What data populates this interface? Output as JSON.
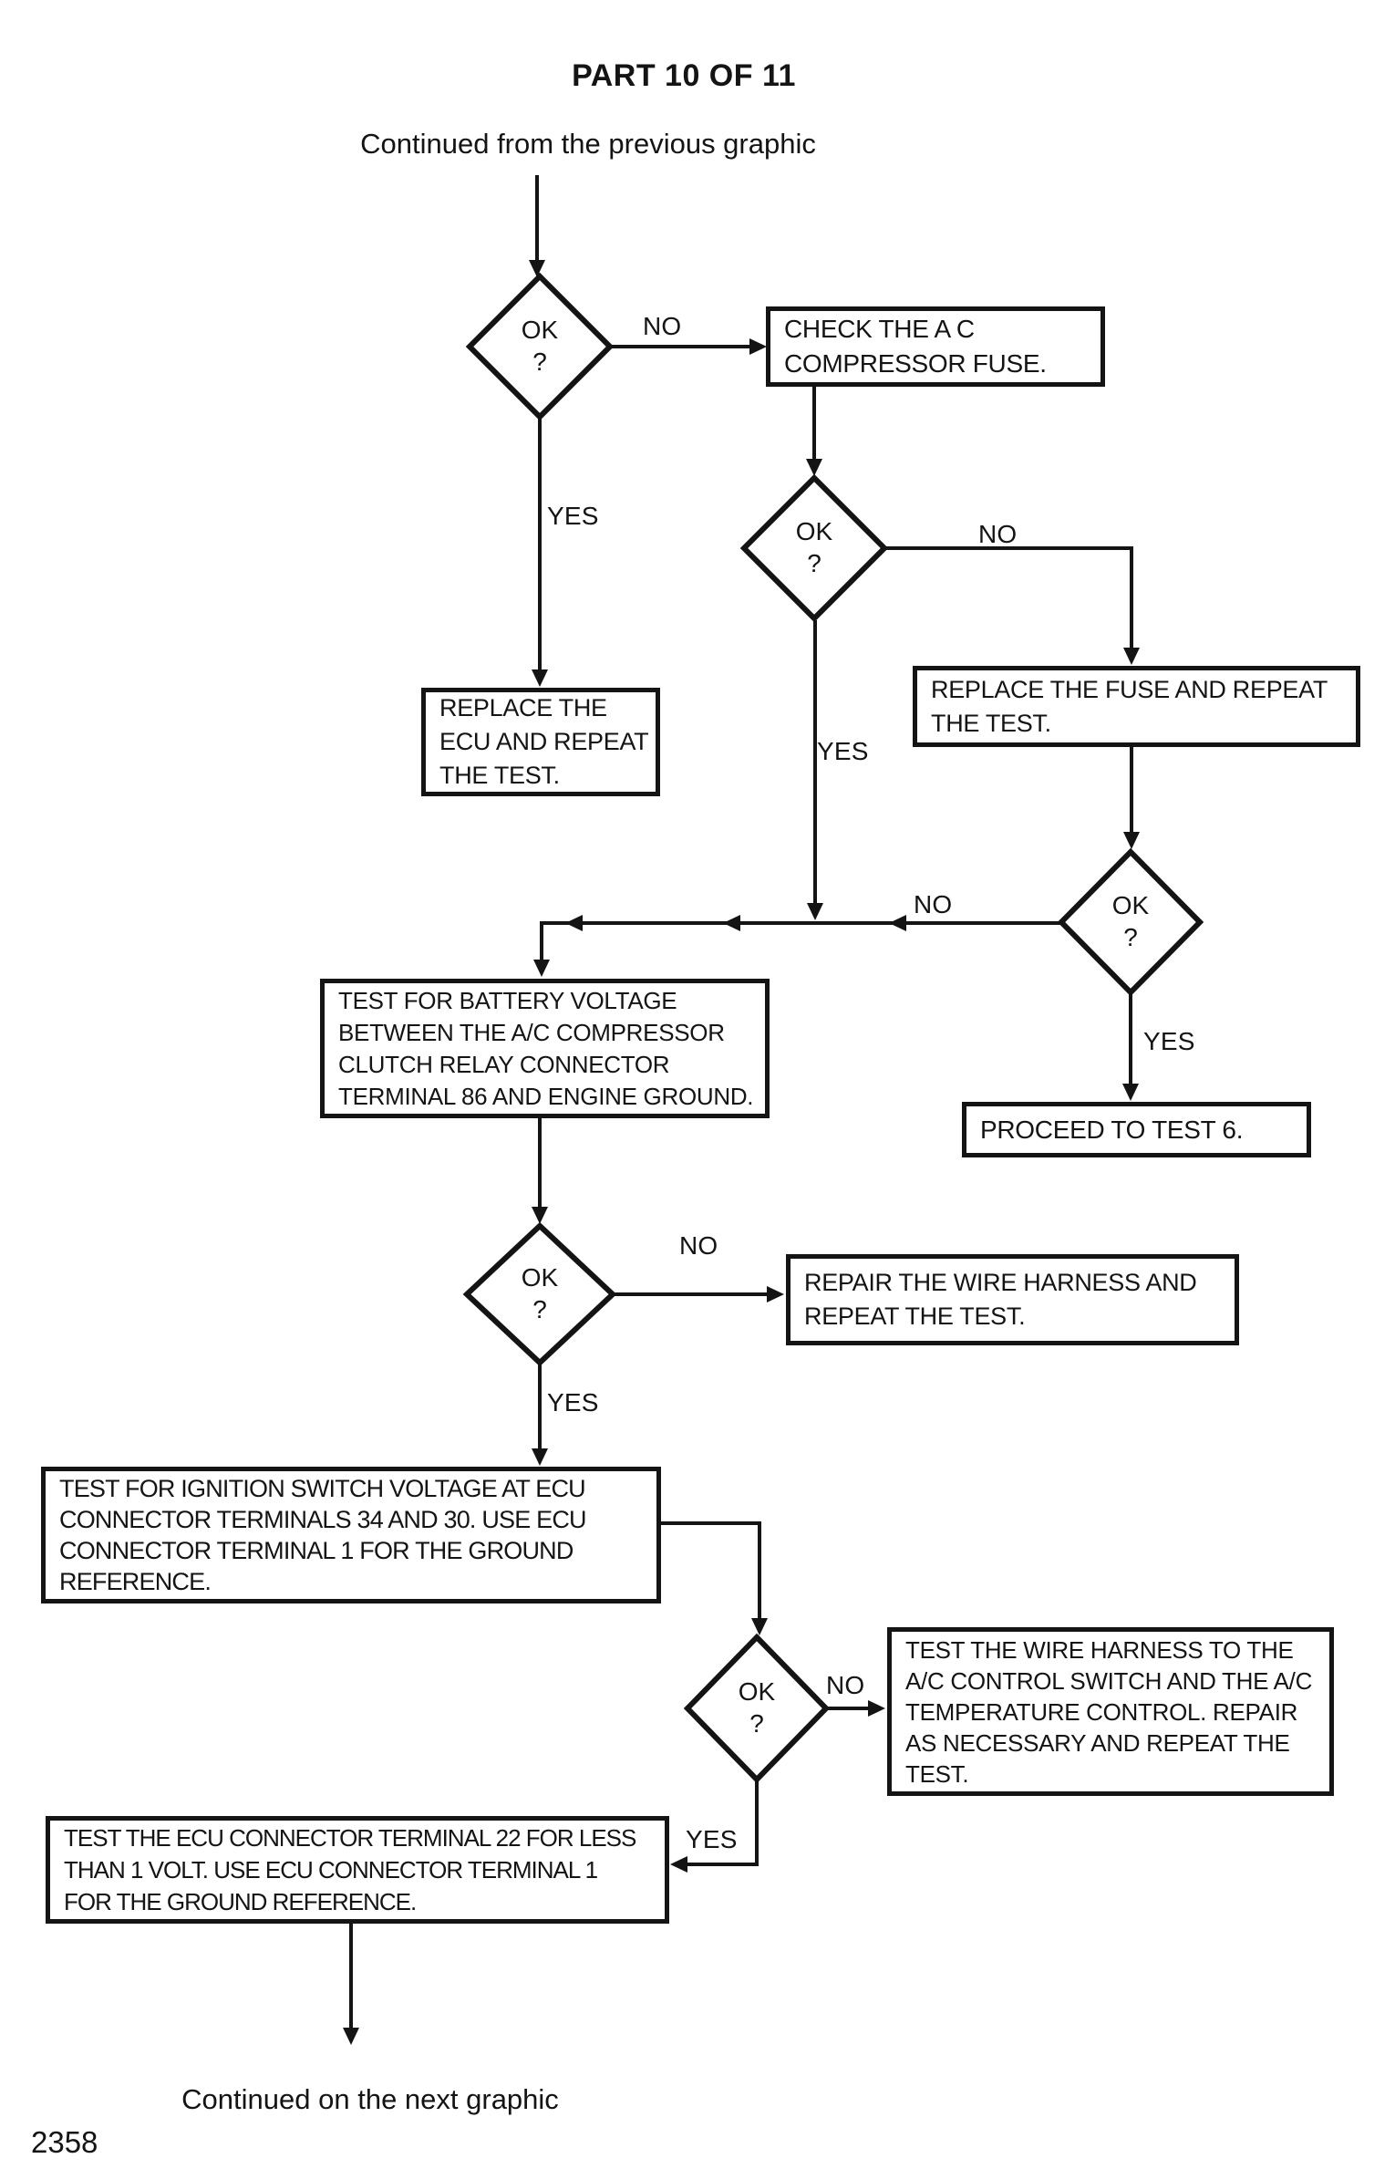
{
  "page": {
    "title": "PART 10 OF 11",
    "subtitle": "Continued from the previous graphic",
    "footer_note": "Continued on the next graphic",
    "page_number": "2358"
  },
  "colors": {
    "ink": "#141414",
    "background": "#ffffff"
  },
  "flowchart": {
    "decisions": [
      {
        "id": "ok-1",
        "text": "OK",
        "mark": "?",
        "no_label": "NO",
        "yes_label": "YES"
      },
      {
        "id": "ok-2",
        "text": "OK",
        "mark": "?",
        "no_label": "NO",
        "yes_label": "YES"
      },
      {
        "id": "ok-3",
        "text": "OK",
        "mark": "?",
        "no_label": "NO",
        "yes_label": "YES"
      },
      {
        "id": "ok-4",
        "text": "OK",
        "mark": "?",
        "no_label": "NO",
        "yes_label": "YES"
      },
      {
        "id": "ok-5",
        "text": "OK",
        "mark": "?",
        "no_label": "NO",
        "yes_label": "YES"
      }
    ],
    "boxes": [
      {
        "id": "check-compressor-fuse",
        "lines": [
          "CHECK THE A C",
          "COMPRESSOR FUSE."
        ]
      },
      {
        "id": "replace-ecu",
        "lines": [
          "REPLACE THE",
          "ECU AND REPEAT",
          "THE TEST."
        ]
      },
      {
        "id": "replace-fuse",
        "lines": [
          "REPLACE THE FUSE AND REPEAT",
          "THE TEST."
        ]
      },
      {
        "id": "test-battery-voltage",
        "lines": [
          "TEST FOR BATTERY VOLTAGE",
          "BETWEEN THE A/C COMPRESSOR",
          "CLUTCH RELAY CONNECTOR",
          "TERMINAL 86 AND ENGINE GROUND."
        ]
      },
      {
        "id": "proceed-to-test-6",
        "lines": [
          "PROCEED TO TEST 6."
        ]
      },
      {
        "id": "repair-wire-harness",
        "lines": [
          "REPAIR THE WIRE HARNESS AND",
          "REPEAT THE TEST."
        ]
      },
      {
        "id": "test-ignition-switch-voltage",
        "lines": [
          "TEST FOR IGNITION SWITCH VOLTAGE AT ECU",
          "CONNECTOR TERMINALS 34 AND 30. USE ECU",
          "CONNECTOR TERMINAL 1 FOR THE GROUND",
          "REFERENCE."
        ]
      },
      {
        "id": "test-wire-harness-ac-control",
        "lines": [
          "TEST THE WIRE HARNESS TO THE",
          "A/C CONTROL SWITCH AND THE A/C",
          "TEMPERATURE CONTROL. REPAIR",
          "AS NECESSARY AND REPEAT THE",
          "TEST."
        ]
      },
      {
        "id": "test-ecu-terminal-22",
        "lines": [
          "TEST THE ECU CONNECTOR TERMINAL 22 FOR LESS",
          "THAN 1 VOLT. USE ECU CONNECTOR TERMINAL 1",
          "FOR THE GROUND REFERENCE."
        ]
      }
    ]
  }
}
